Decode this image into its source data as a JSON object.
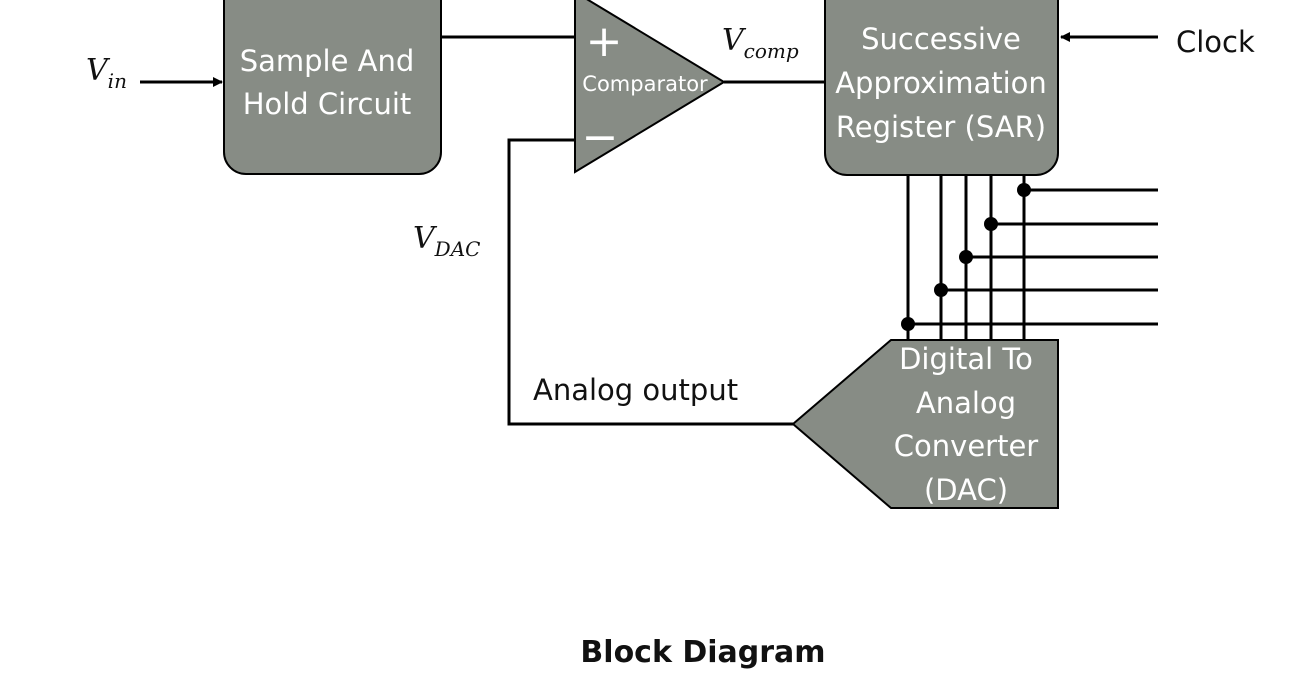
{
  "signals": {
    "vin": {
      "base": "V",
      "sub": "in"
    },
    "vcomp": {
      "base": "V",
      "sub": "comp"
    },
    "vdac": {
      "base": "V",
      "sub": "DAC"
    },
    "clock": "Clock",
    "analog_output": "Analog output"
  },
  "blocks": {
    "sample_hold": {
      "lines": [
        "Sample And",
        "Hold Circuit"
      ]
    },
    "comparator": {
      "label": "Comparator",
      "plus": "+",
      "minus": "−"
    },
    "sar": {
      "lines": [
        "Successive",
        "Approximation",
        "Register (SAR)"
      ]
    },
    "dac": {
      "lines": [
        "Digital To",
        "Analog",
        "Converter",
        "(DAC)"
      ]
    }
  },
  "caption": "Block Diagram",
  "colors": {
    "block_fill": "#878c85",
    "stroke": "#000000",
    "block_text": "#ffffff"
  }
}
